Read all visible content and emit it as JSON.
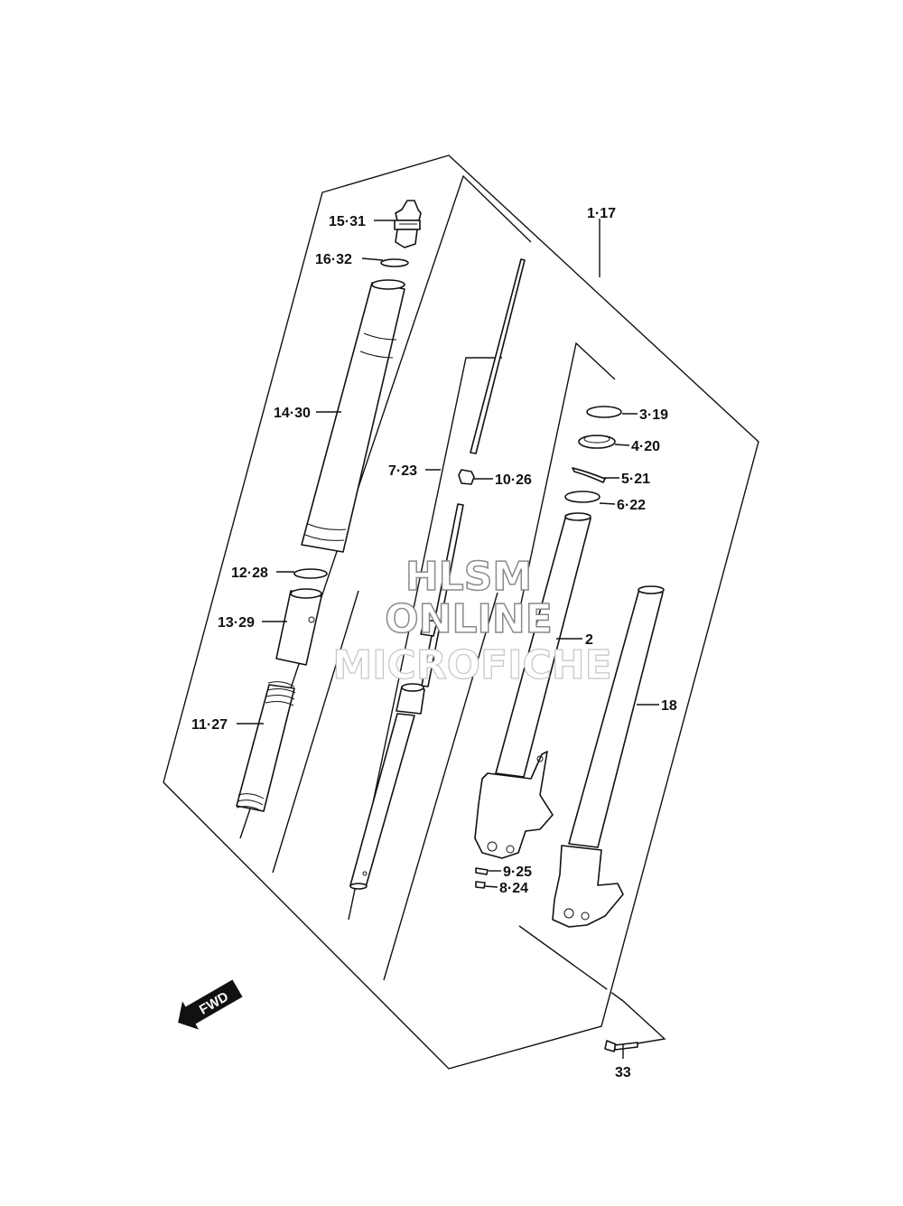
{
  "diagram": {
    "callouts": {
      "c1_17": "1·17",
      "c2": "2",
      "c3_19": "3·19",
      "c4_20": "4·20",
      "c5_21": "5·21",
      "c6_22": "6·22",
      "c7_23": "7·23",
      "c8_24": "8·24",
      "c9_25": "9·25",
      "c10_26": "10·26",
      "c11_27": "11·27",
      "c12_28": "12·28",
      "c13_29": "13·29",
      "c14_30": "14·30",
      "c15_31": "15·31",
      "c16_32": "16·32",
      "c18": "18",
      "c33": "33"
    },
    "fwd_label": "FWD"
  },
  "watermark": {
    "line1": "HLSM",
    "line2": "ONLINE",
    "line3": "MICROFICHE"
  },
  "colors": {
    "line": "#111111",
    "background": "#ffffff",
    "watermark_outline": "#8a8a8a"
  }
}
